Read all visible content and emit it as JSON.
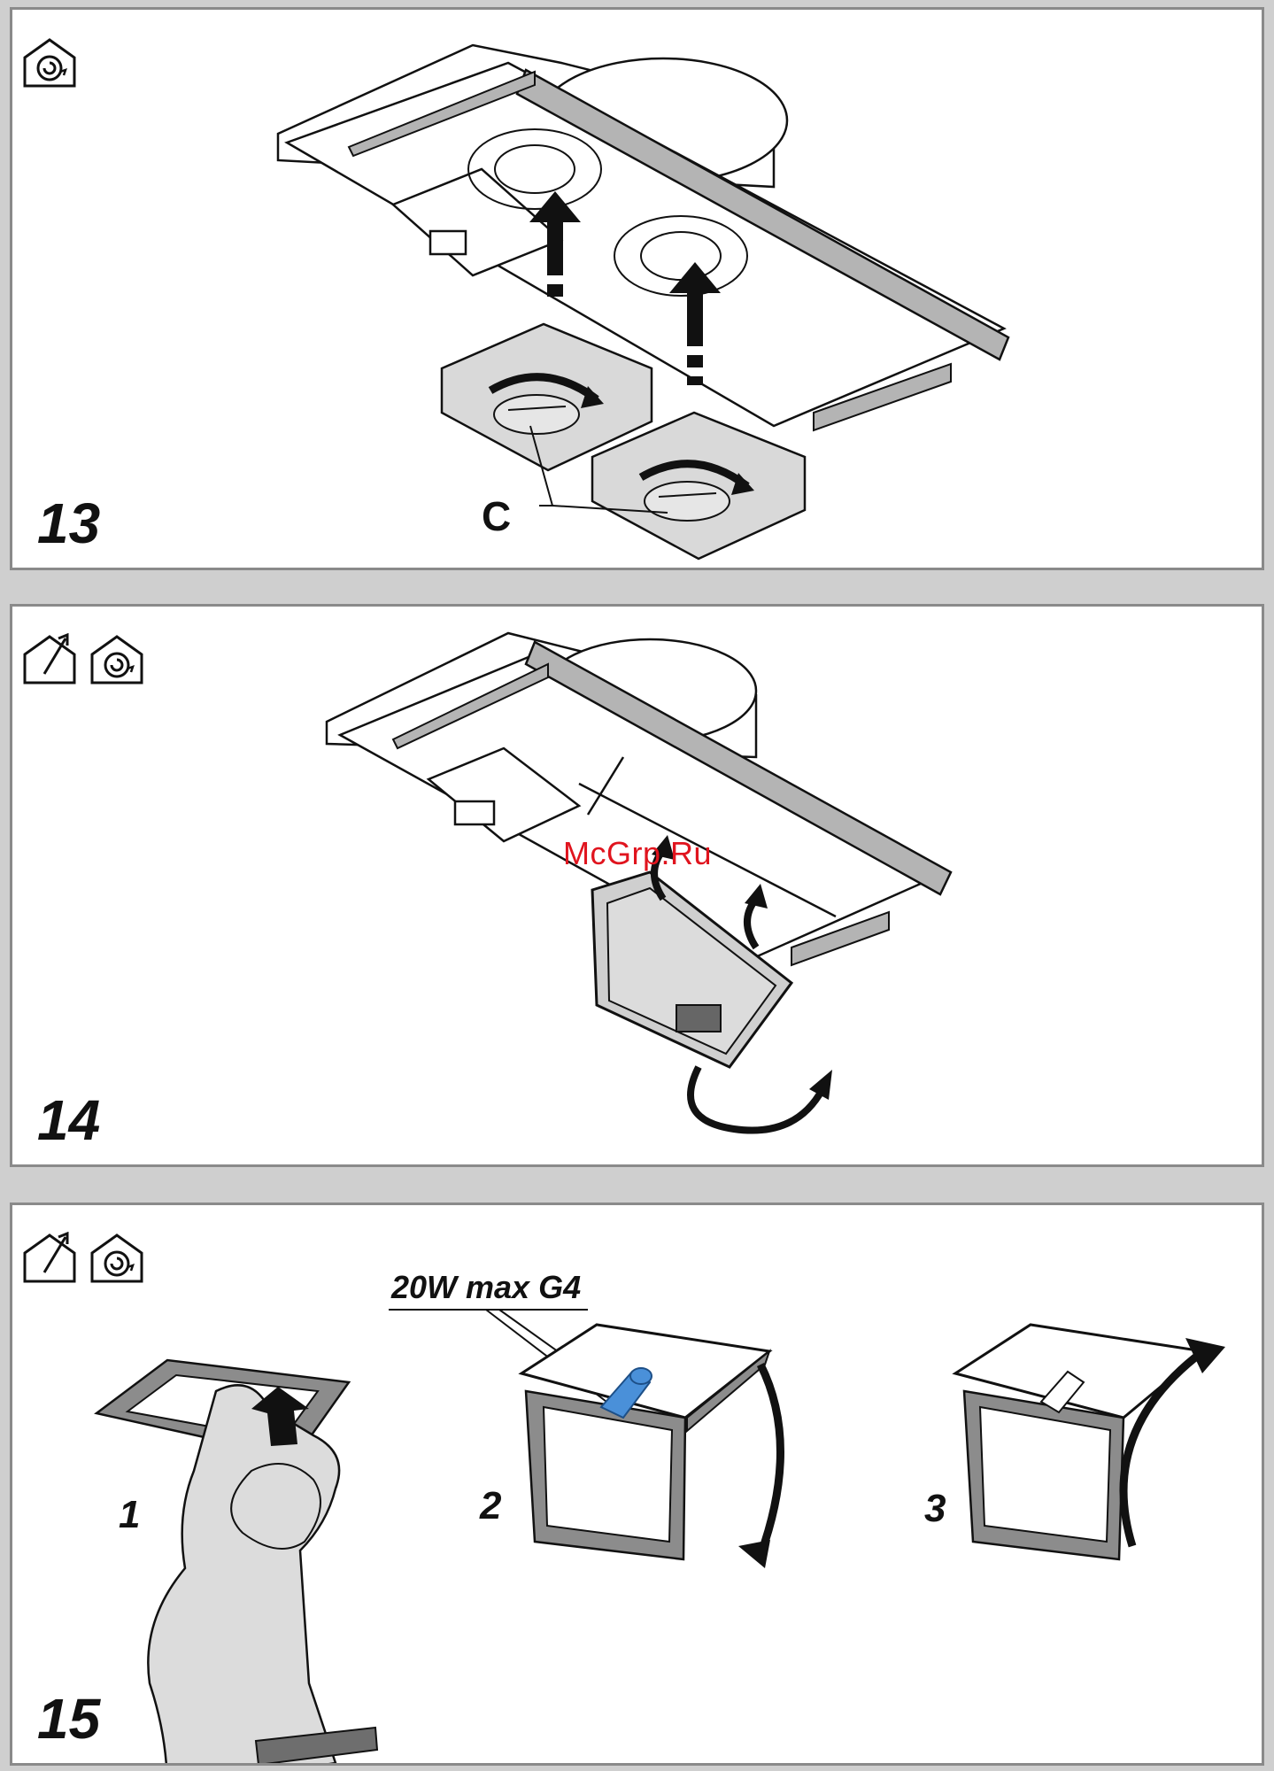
{
  "panels": [
    {
      "step": "13",
      "icons": [
        "recirculation-icon"
      ],
      "callout": "C"
    },
    {
      "step": "14",
      "icons": [
        "extraction-icon",
        "recirculation-icon"
      ],
      "watermark": "McGrp.Ru"
    },
    {
      "step": "15",
      "icons": [
        "extraction-icon",
        "recirculation-icon"
      ],
      "lamp_spec": "20W max G4",
      "sub_steps": [
        "1",
        "2",
        "3"
      ]
    }
  ],
  "colors": {
    "outline": "#111111",
    "panel_border": "#8a8a8a",
    "filter_gray": "#d9d9d9",
    "frame_gray": "#8c8c8c",
    "bulb_blue": "#4a90d9",
    "watermark_red": "#e0141e"
  }
}
